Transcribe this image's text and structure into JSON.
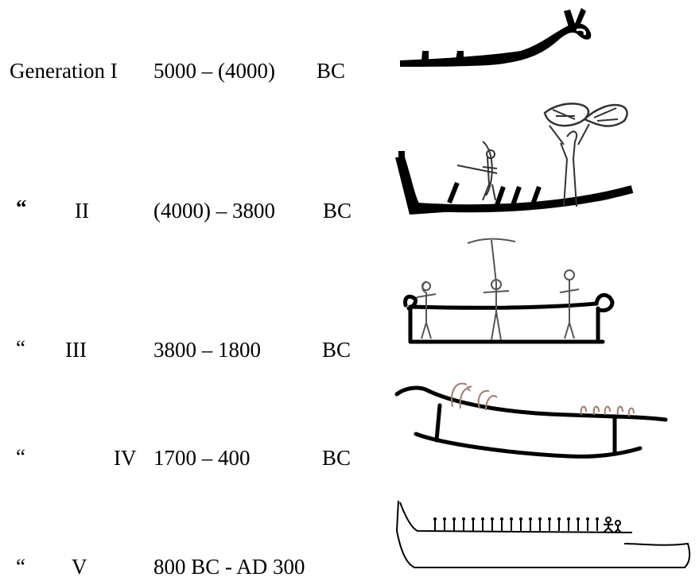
{
  "rows": [
    {
      "label": "Generation I",
      "mark": "",
      "roman": "",
      "range": "5000 – (4000)",
      "era": "BC"
    },
    {
      "label": "",
      "mark": "“",
      "roman": "II",
      "range": "(4000) – 3800",
      "era": "BC"
    },
    {
      "label": "",
      "mark": "“",
      "roman": "III",
      "range": "3800 – 1800",
      "era": "BC"
    },
    {
      "label": "",
      "mark": "“",
      "roman": "IV",
      "range": "1700 – 400",
      "era": "BC"
    },
    {
      "label": "",
      "mark": "“",
      "roman": "V",
      "range": "800 BC -  AD 300",
      "era": ""
    }
  ],
  "figures": [
    "elk-head-boat-icon",
    "boat-with-archer-and-figure-icon",
    "animal-head-boat-with-three-figures-icon",
    "double-line-boat-with-crew-icon",
    "long-boat-with-oarsmen-icon"
  ]
}
